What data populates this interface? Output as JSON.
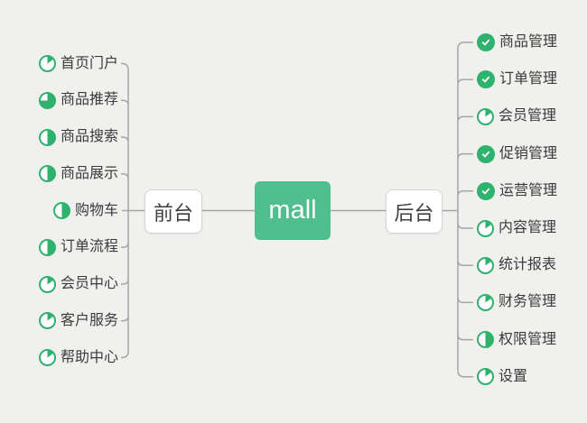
{
  "center": {
    "label": "mall"
  },
  "left": {
    "hub": "前台",
    "items": [
      {
        "label": "首页门户",
        "icon": "pie",
        "progress": 15
      },
      {
        "label": "商品推荐",
        "icon": "pie",
        "progress": 75
      },
      {
        "label": "商品搜索",
        "icon": "pie",
        "progress": 50
      },
      {
        "label": "商品展示",
        "icon": "pie",
        "progress": 50
      },
      {
        "label": "购物车",
        "icon": "pie",
        "progress": 50
      },
      {
        "label": "订单流程",
        "icon": "pie",
        "progress": 50
      },
      {
        "label": "会员中心",
        "icon": "pie",
        "progress": 15
      },
      {
        "label": "客户服务",
        "icon": "pie",
        "progress": 15
      },
      {
        "label": "帮助中心",
        "icon": "pie",
        "progress": 15
      }
    ]
  },
  "right": {
    "hub": "后台",
    "items": [
      {
        "label": "商品管理",
        "icon": "check",
        "progress": 100
      },
      {
        "label": "订单管理",
        "icon": "check",
        "progress": 100
      },
      {
        "label": "会员管理",
        "icon": "pie",
        "progress": 15
      },
      {
        "label": "促销管理",
        "icon": "check",
        "progress": 100
      },
      {
        "label": "运营管理",
        "icon": "check",
        "progress": 100
      },
      {
        "label": "内容管理",
        "icon": "pie",
        "progress": 15
      },
      {
        "label": "统计报表",
        "icon": "pie",
        "progress": 15
      },
      {
        "label": "财务管理",
        "icon": "pie",
        "progress": 15
      },
      {
        "label": "权限管理",
        "icon": "pie",
        "progress": 50
      },
      {
        "label": "设置",
        "icon": "pie",
        "progress": 15
      }
    ]
  },
  "colors": {
    "node_green": "#4fc08d",
    "icon_green": "#2fb26d",
    "line_gray": "#a6a6a6",
    "background": "#f0f0ee"
  }
}
